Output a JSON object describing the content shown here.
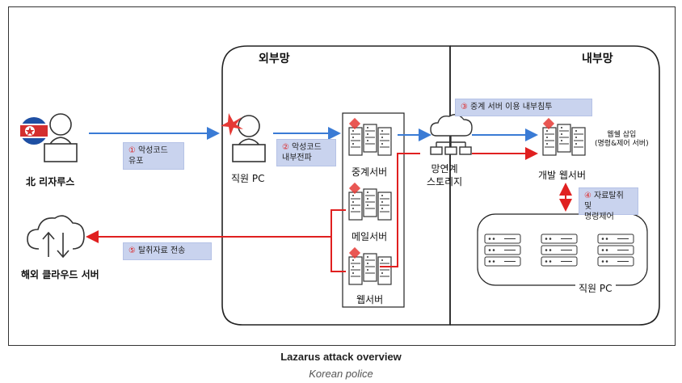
{
  "zones": {
    "external": "외부망",
    "internal": "내부망"
  },
  "nodes": {
    "attacker": "北 리자루스",
    "employee_pc": "직원 PC",
    "relay_server": "중계서버",
    "mail_server": "메일서버",
    "web_server": "웹서버",
    "storage": "망연계\n스토리지",
    "dev_web_server": "개발 웹서버",
    "dev_web_server_note": "웹쉘 삽입\n(명령&제어 서버)",
    "internal_pcs": "직원 PC",
    "cloud": "해외 클라우드 서버"
  },
  "steps": [
    {
      "num": "①",
      "text": "악성코드\n유포"
    },
    {
      "num": "②",
      "text": "악성코드\n내부전파"
    },
    {
      "num": "③",
      "text": "중계 서버 이용 내부침투"
    },
    {
      "num": "④",
      "text": "자료탈취 및\n명령제어"
    },
    {
      "num": "⑤",
      "text": "탈취자료 전송"
    }
  ],
  "caption": "Lazarus attack overview",
  "source": "Korean police",
  "colors": {
    "blue_arrow": "#3a7bd5",
    "red_arrow": "#e02020",
    "callout_bg": "#c9d3ee",
    "marker": "#e53935"
  },
  "icons": [
    "north-korea-flag-icon",
    "hacker-icon",
    "red-star-icon",
    "server-icon",
    "cloud-network-icon",
    "cloud-upload-download-icon"
  ]
}
